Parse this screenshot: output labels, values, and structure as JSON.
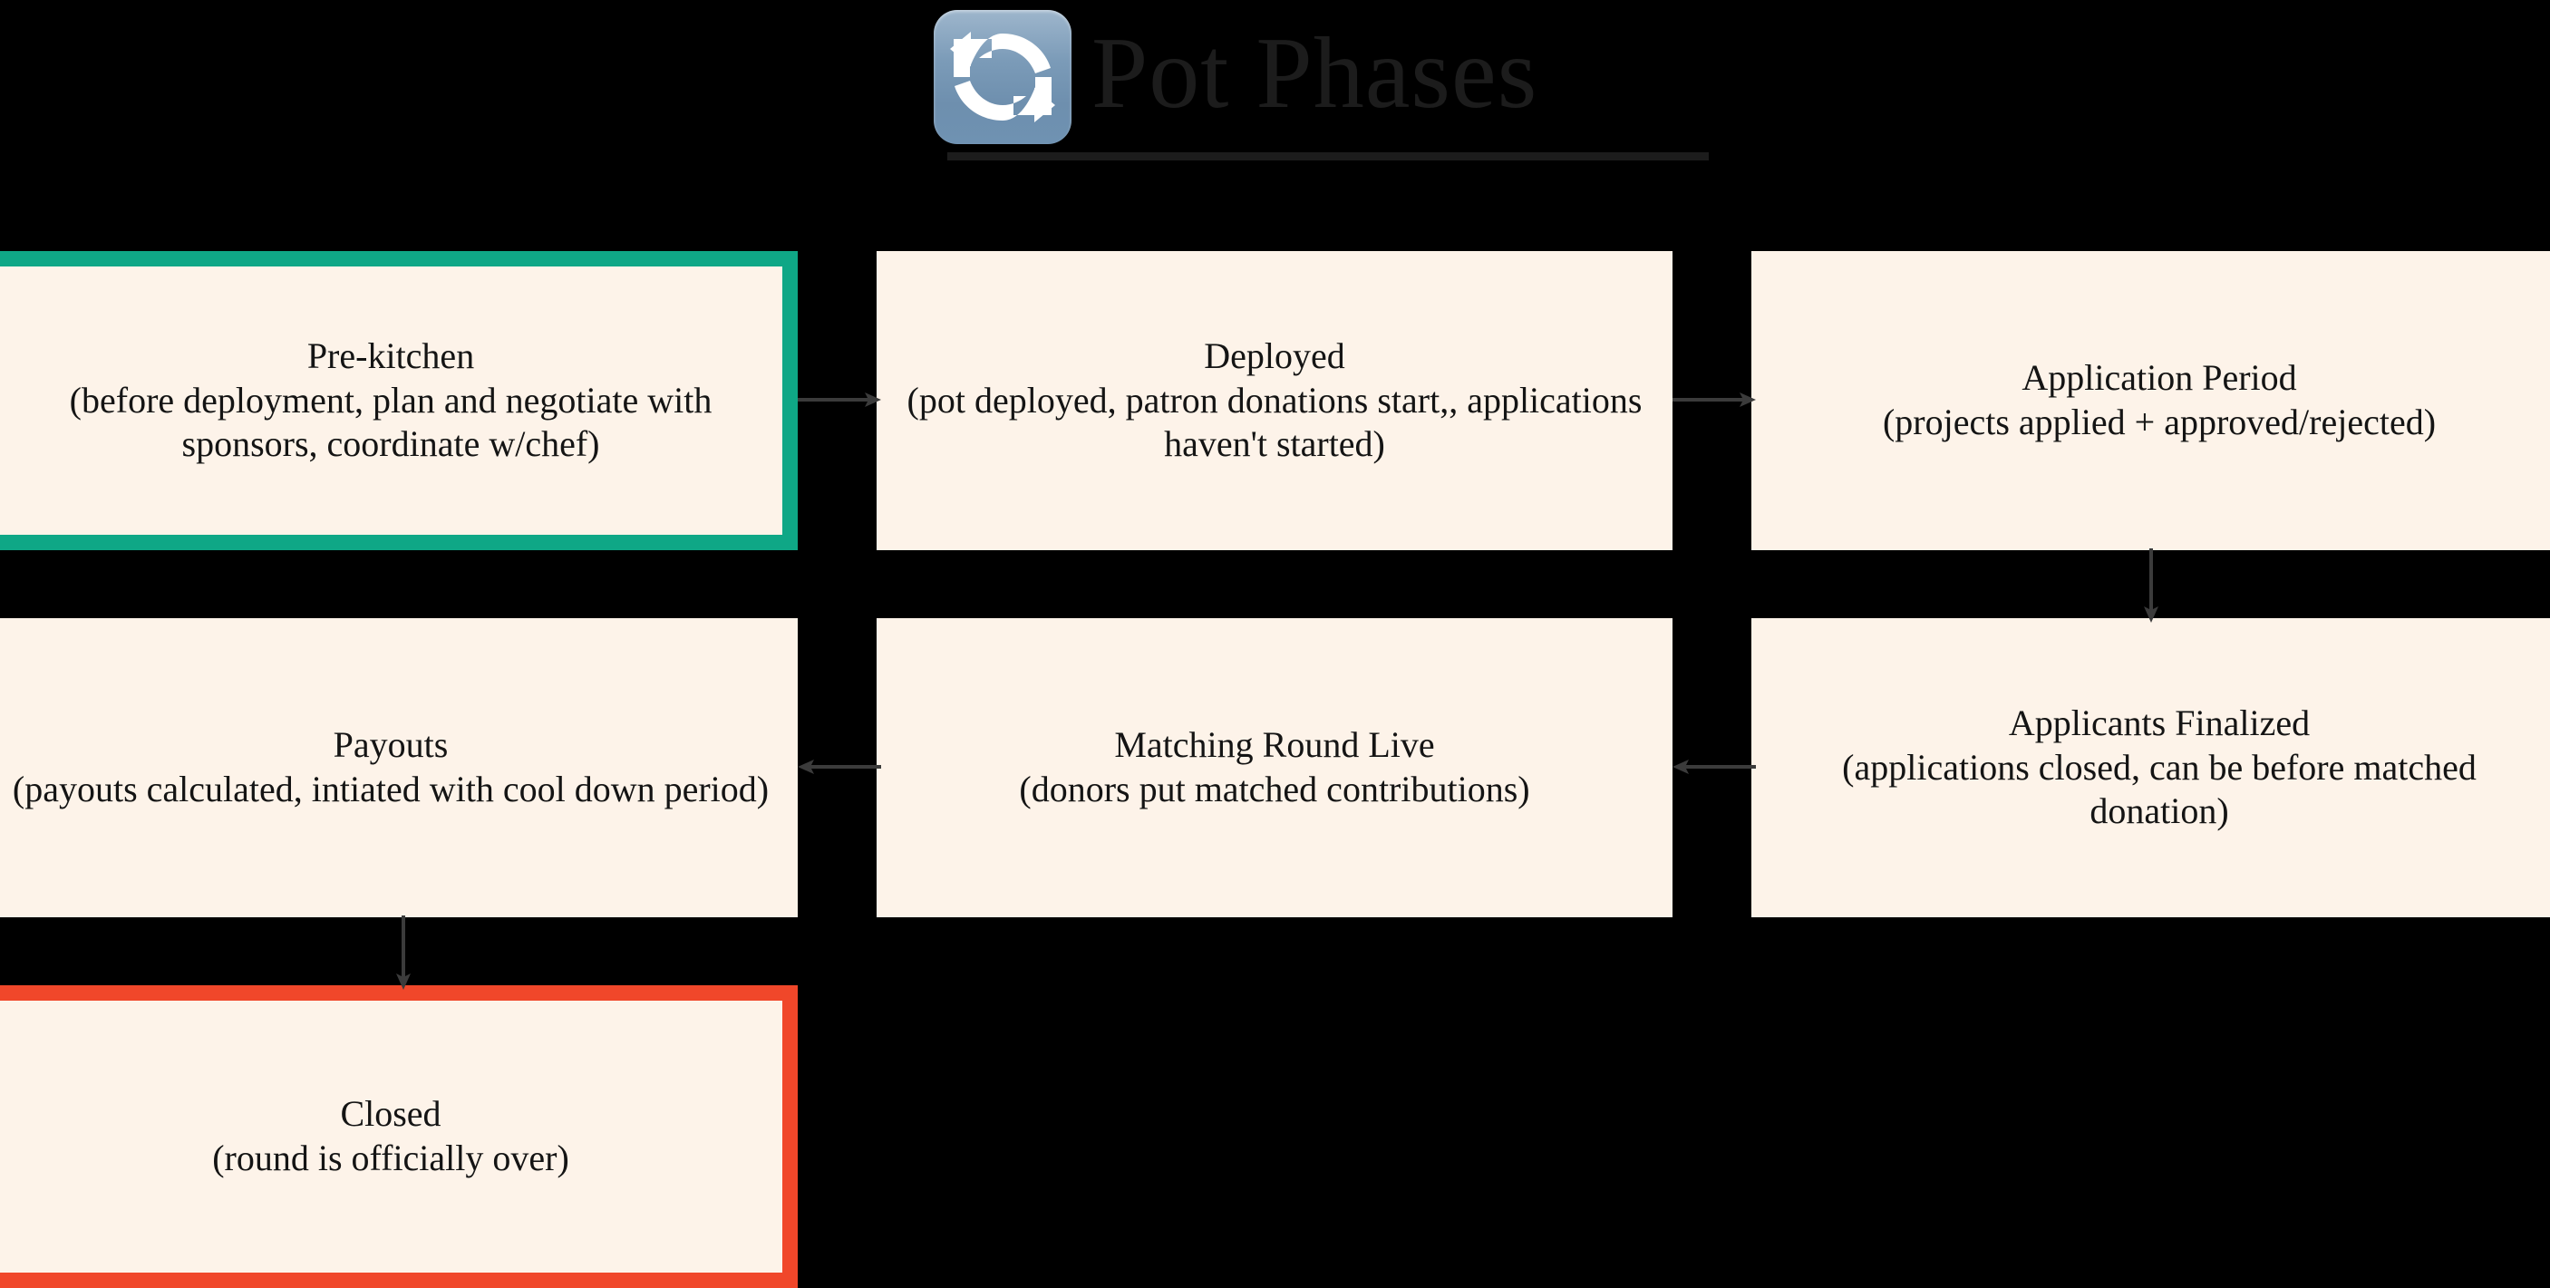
{
  "header": {
    "title": "Pot Phases",
    "icon": "sync-refresh-icon"
  },
  "colors": {
    "background": "#000000",
    "node_fill": "#FDF3E9",
    "start_accent": "#0FA786",
    "end_accent": "#F0472A",
    "text": "#141414",
    "connector": "#3b3b3b"
  },
  "diagram": {
    "type": "flowchart",
    "nodes": [
      {
        "id": "pre-kitchen",
        "title": "Pre-kitchen",
        "description": "(before deployment, plan and negotiate with sponsors, coordinate w/chef)",
        "accent": "green"
      },
      {
        "id": "deployed",
        "title": "Deployed",
        "description": "(pot deployed, patron donations start,, applications haven't started)",
        "accent": "none"
      },
      {
        "id": "application-period",
        "title": "Application Period",
        "description": "(projects applied + approved/rejected)",
        "accent": "none"
      },
      {
        "id": "payouts",
        "title": "Payouts",
        "description": "(payouts calculated, intiated with cool down period)",
        "accent": "none"
      },
      {
        "id": "matching-round-live",
        "title": "Matching Round Live",
        "description": "(donors put matched contributions)",
        "accent": "none"
      },
      {
        "id": "applicants-finalized",
        "title": "Applicants Finalized",
        "description": "(applications closed, can be before matched donation)",
        "accent": "none"
      },
      {
        "id": "closed",
        "title": "Closed",
        "description": "(round is officially over)",
        "accent": "red"
      }
    ],
    "edges": [
      {
        "from": "pre-kitchen",
        "to": "deployed",
        "direction": "right"
      },
      {
        "from": "deployed",
        "to": "application-period",
        "direction": "right"
      },
      {
        "from": "application-period",
        "to": "applicants-finalized",
        "direction": "down"
      },
      {
        "from": "applicants-finalized",
        "to": "matching-round-live",
        "direction": "left"
      },
      {
        "from": "matching-round-live",
        "to": "payouts",
        "direction": "left"
      },
      {
        "from": "payouts",
        "to": "closed",
        "direction": "down"
      }
    ]
  }
}
